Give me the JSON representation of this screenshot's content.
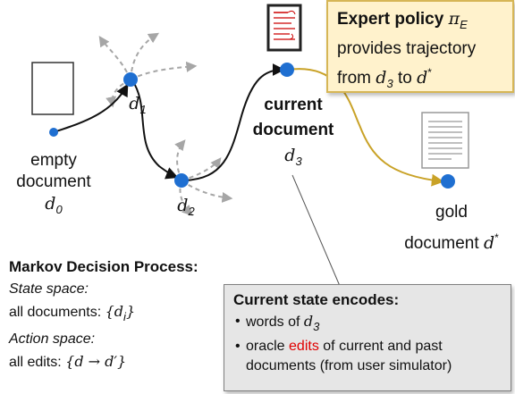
{
  "colors": {
    "node": "#1f6fd1",
    "gold_path": "#c9a227",
    "gray_arrow": "#a6a6a6",
    "expert_box_fill": "#fff2cc",
    "state_box_fill": "#e6e6e6",
    "edits_red": "#e00000"
  },
  "nodes": {
    "d0": {
      "line1": "empty",
      "line2": "document",
      "math": "d",
      "sub": "0"
    },
    "d1": {
      "math": "d",
      "sub": "1"
    },
    "d2": {
      "math": "d",
      "sub": "2"
    },
    "d3": {
      "line1": "current",
      "line2": "document",
      "math": "d",
      "sub": "3"
    },
    "gold": {
      "line1": "gold",
      "line2": "document",
      "math": "d",
      "sup": "*"
    }
  },
  "expert": {
    "bold": "Expert policy",
    "pi": "π",
    "pi_sub": "E",
    "line2": "provides trajectory",
    "line3_prefix": "from",
    "from_math": "d",
    "from_sub": "3",
    "to_word": "to",
    "to_math": "d",
    "to_sup": "*"
  },
  "mdp": {
    "title": "Markov Decision Process:",
    "state_label": "State space:",
    "state_value_prefix": "all documents:",
    "state_value_math": "{d",
    "state_value_sub": "i",
    "state_value_close": "}",
    "action_label": "Action space:",
    "action_value_prefix": "all edits:",
    "action_value_math": "{d → d′}"
  },
  "state_encoding": {
    "title": "Current state encodes:",
    "item1_prefix": "words of",
    "item1_math": "d",
    "item1_sub": "3",
    "item2_prefix": "oracle",
    "item2_highlight": "edits",
    "item2_rest": "of current and past",
    "item2_line2": "documents (from user simulator)"
  },
  "icons": [
    "blank-document-icon",
    "edited-document-icon",
    "gold-document-icon"
  ]
}
